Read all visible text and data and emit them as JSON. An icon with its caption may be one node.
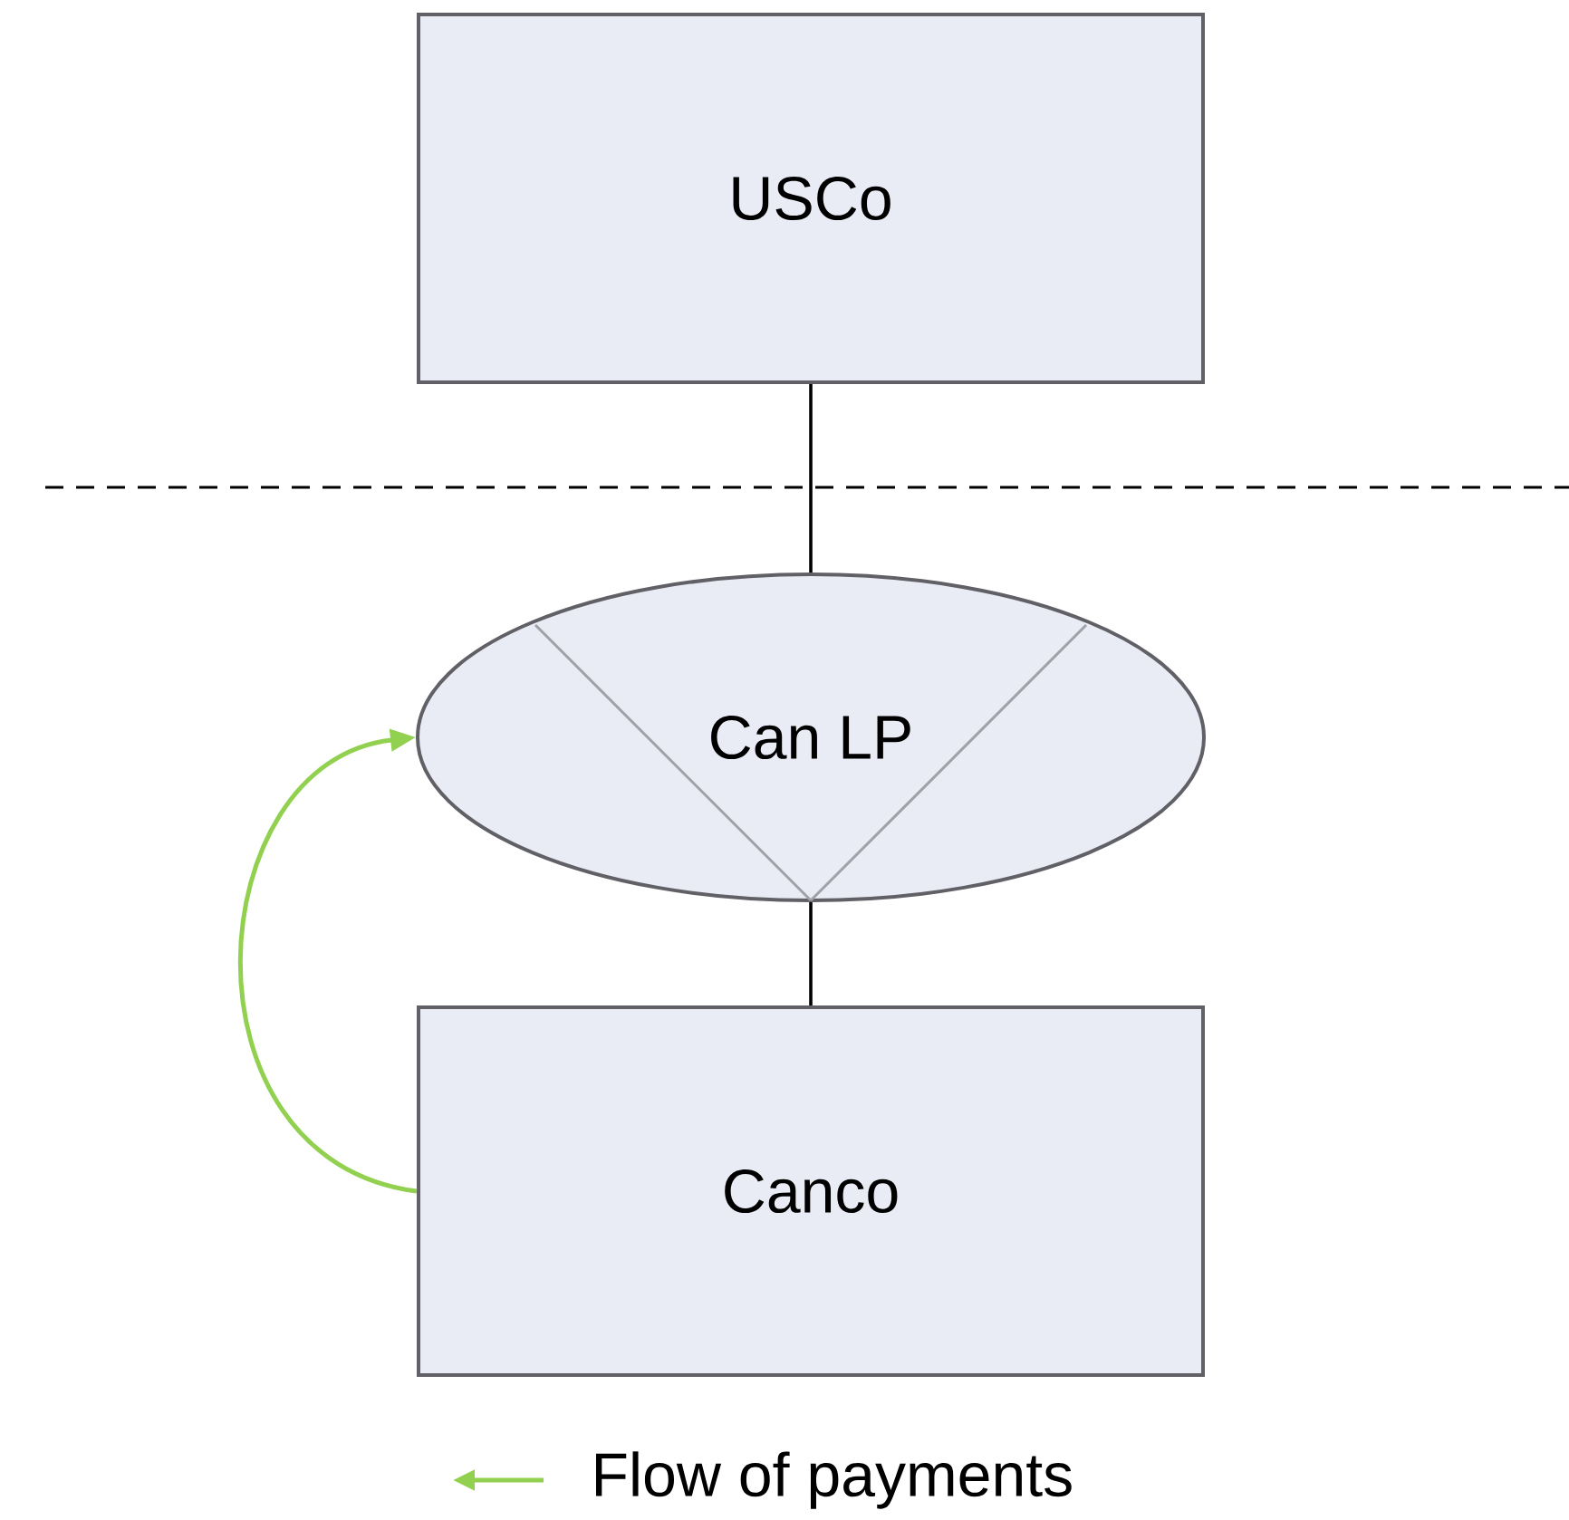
{
  "diagram": {
    "nodes": [
      {
        "text": [
          "USCo"
        ]
      },
      {
        "text": [
          "Can LP"
        ]
      },
      {
        "text": [
          "Canco"
        ]
      }
    ],
    "edges": [
      {
        "from": 0,
        "to": 1,
        "arrow": "none"
      },
      {
        "from": 1,
        "to": 2,
        "arrow": "none"
      },
      {
        "from": 2,
        "to": 1,
        "arrow": "to",
        "color": "#92d050"
      }
    ],
    "legend": [
      {
        "text": "Flow of payments"
      }
    ]
  }
}
